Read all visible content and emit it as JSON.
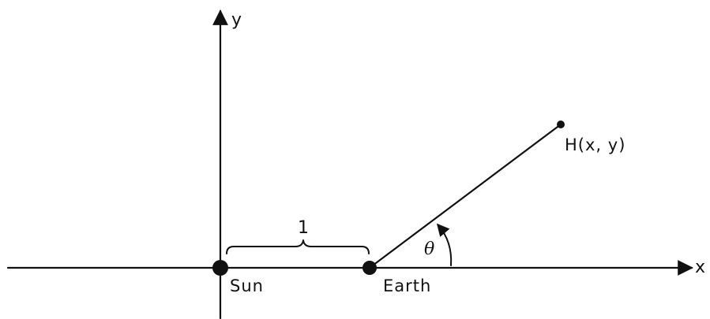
{
  "axes": {
    "x_label": "x",
    "y_label": "y"
  },
  "bodies": {
    "sun_label": "Sun",
    "earth_label": "Earth"
  },
  "point": {
    "label": "H(x, y)"
  },
  "distance": {
    "label": "1"
  },
  "angle": {
    "label": "θ"
  },
  "colors": {
    "ink": "#111111",
    "background": "#ffffff"
  }
}
